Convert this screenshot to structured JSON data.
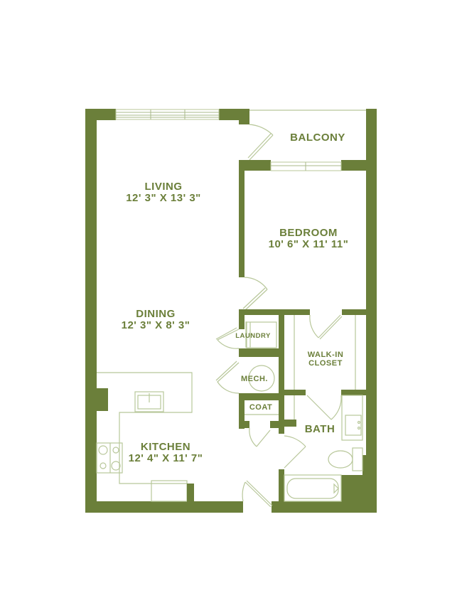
{
  "floor_plan": {
    "accent_color": "#6b7f3a",
    "line_color": "#b8c79a",
    "rooms": [
      {
        "id": "balcony",
        "name": "BALCONY",
        "dimensions": ""
      },
      {
        "id": "living",
        "name": "LIVING",
        "dimensions": "12' 3\" X 13' 3\""
      },
      {
        "id": "bedroom",
        "name": "BEDROOM",
        "dimensions": "10' 6\" X 11' 11\""
      },
      {
        "id": "dining",
        "name": "DINING",
        "dimensions": "12' 3\" X 8' 3\""
      },
      {
        "id": "laundry",
        "name": "LAUNDRY",
        "dimensions": ""
      },
      {
        "id": "walk_in_closet",
        "name": "WALK-IN",
        "name2": "CLOSET",
        "dimensions": ""
      },
      {
        "id": "mech",
        "name": "MECH.",
        "dimensions": ""
      },
      {
        "id": "coat",
        "name": "COAT",
        "dimensions": ""
      },
      {
        "id": "bath",
        "name": "BATH",
        "dimensions": ""
      },
      {
        "id": "kitchen",
        "name": "KITCHEN",
        "dimensions": "12' 4\" X 11' 7\""
      }
    ],
    "fixtures": [
      "kitchen-sink",
      "range",
      "dishwasher",
      "washer-dryer",
      "water-heater",
      "bath-sink",
      "toilet",
      "bathtub"
    ]
  }
}
